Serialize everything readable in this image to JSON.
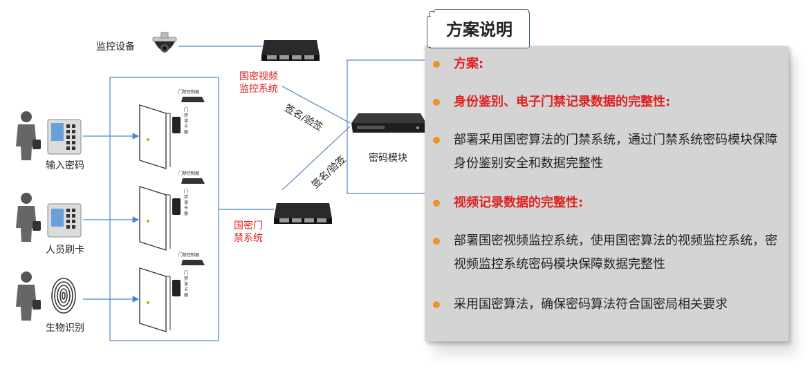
{
  "left_labels": {
    "monitor": "监控设备",
    "input_password": "输入密码",
    "swipe_card": "人员刷卡",
    "biometric": "生物识别"
  },
  "systems": {
    "video": [
      "国密视频",
      "监控系统"
    ],
    "access": [
      "国密门",
      "禁系统"
    ],
    "crypto_module": "密码模块",
    "sign_top": "签名/验签",
    "sign_bottom": "签名/验签"
  },
  "door_units": [
    {
      "controller": "门禁控制器",
      "reader": "门禁读卡器"
    },
    {
      "controller": "门禁控制器",
      "reader": "门禁读卡器"
    },
    {
      "controller": "门禁控制器",
      "reader": "门禁读卡器"
    }
  ],
  "panel": {
    "title": "方案说明",
    "items": [
      {
        "text": "方案:",
        "style": "red"
      },
      {
        "text": "身份鉴别、电子门禁记录数据的完整性:",
        "style": "red"
      },
      {
        "text": "部署采用国密算法的门禁系统，通过门禁系统密码模块保障身份鉴别安全和数据完整性",
        "style": "normal"
      },
      {
        "text": "视频记录数据的完整性:",
        "style": "red"
      },
      {
        "text": "部署国密视频监控系统，使用国密算法的视频监控系统，密视频监控系统密码模块保障数据完整性",
        "style": "normal"
      },
      {
        "text": "采用国密算法，确保密码算法符合国密局相关要求",
        "style": "normal"
      }
    ]
  },
  "colors": {
    "connector": "#4a86c8",
    "highlight_text": "#e02020",
    "bullet": "#f0922a",
    "panel_bg": "#d4d4d4"
  }
}
